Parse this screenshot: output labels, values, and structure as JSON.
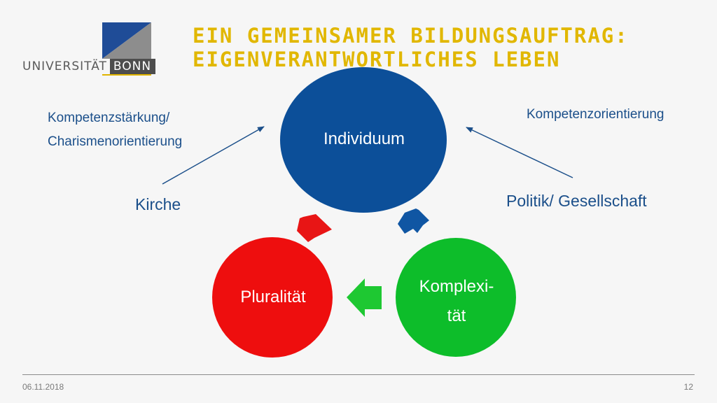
{
  "logo": {
    "text_left": "UNIVERSITÄT",
    "text_right": "BONN",
    "colors": {
      "blue": "#1f4c97",
      "gray": "#8d8d8d",
      "dark": "#4d4d4d",
      "gold": "#e0b400"
    }
  },
  "title": {
    "line1": "EIN GEMEINSAMER BILDUNGSAUFTRAG:",
    "line2": "EIGENVERANTWORTLICHES LEBEN",
    "color": "#e1b700"
  },
  "left": {
    "line1": "Kompetenzstärkung/",
    "line2": "Charismenorientierung",
    "actor": "Kirche"
  },
  "right": {
    "line1": "Kompetenzorientierung",
    "actor": "Politik/ Gesellschaft"
  },
  "circles": {
    "individuum": {
      "label": "Individuum",
      "color": "#0c4f99"
    },
    "komplexitaet": {
      "line1": "Komplexi-",
      "line2": "tät",
      "color": "#0dbd2a"
    },
    "pluralitaet": {
      "label": "Pluralität",
      "color": "#ee0e0e"
    }
  },
  "cycle_arrows": {
    "individuum_to_komplexitaet": "#1056a3",
    "komplexitaet_to_pluralitaet": "#1ec832",
    "pluralitaet_to_individuum": "#e81515"
  },
  "footer": {
    "date": "06.11.2018",
    "page": "12"
  }
}
